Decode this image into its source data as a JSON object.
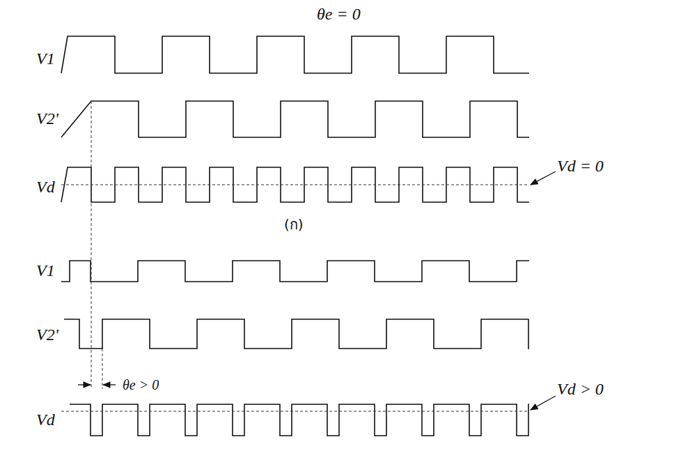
{
  "diagram": {
    "labels": [
      "θe = 0",
      "V1",
      "V2'",
      "Vd",
      "Vd = 0",
      "(ก)",
      "V1",
      "V2'",
      "θe > 0",
      "Vd",
      "Vd > 0"
    ]
  }
}
